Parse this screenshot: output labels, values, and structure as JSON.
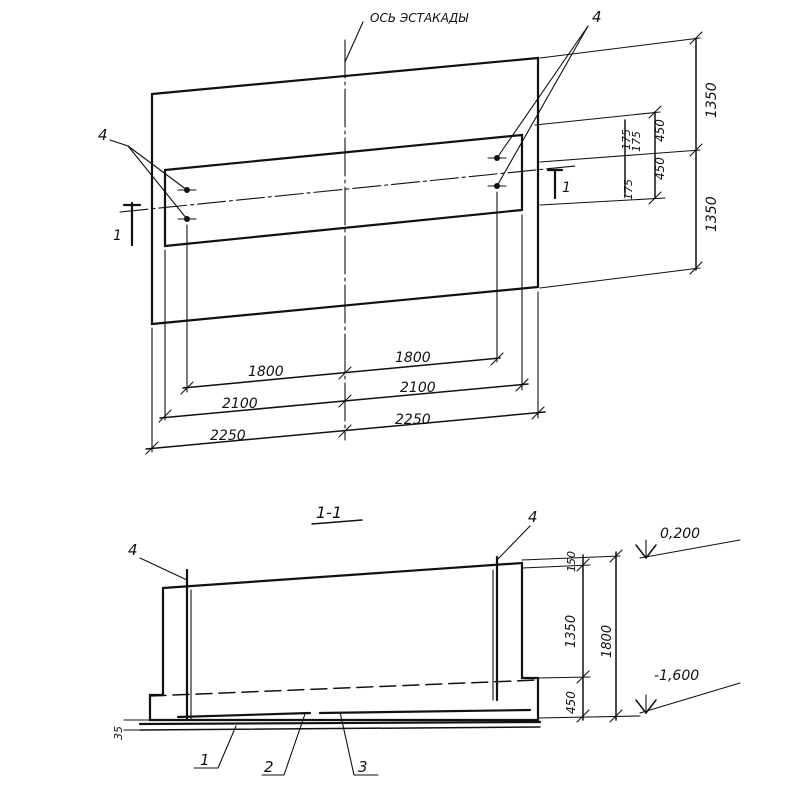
{
  "plan": {
    "axis_label": "ОСЬ ЭСТАКАДЫ",
    "callout_left": "4",
    "callout_right": "4",
    "section_mark_left": "1",
    "section_mark_right": "1",
    "dim_right_top": "1350",
    "dim_right_bottom": "1350",
    "dim_450_top": "450",
    "dim_450_bottom": "450",
    "dim_175_a": "175",
    "dim_175_b": "175",
    "dim_175_c": "175",
    "dim_1800_left": "1800",
    "dim_1800_right": "1800",
    "dim_2100_left": "2100",
    "dim_2100_right": "2100",
    "dim_2250_left": "2250",
    "dim_2250_right": "2250"
  },
  "section": {
    "title": "1-1",
    "callout_left": "4",
    "callout_right": "4",
    "elev_top": "0,200",
    "elev_bottom": "-1,600",
    "dim_150": "150",
    "dim_1350": "1350",
    "dim_1800": "1800",
    "dim_450": "450",
    "dim_35": "35",
    "leader_1": "1",
    "leader_2": "2",
    "leader_3": "3"
  }
}
